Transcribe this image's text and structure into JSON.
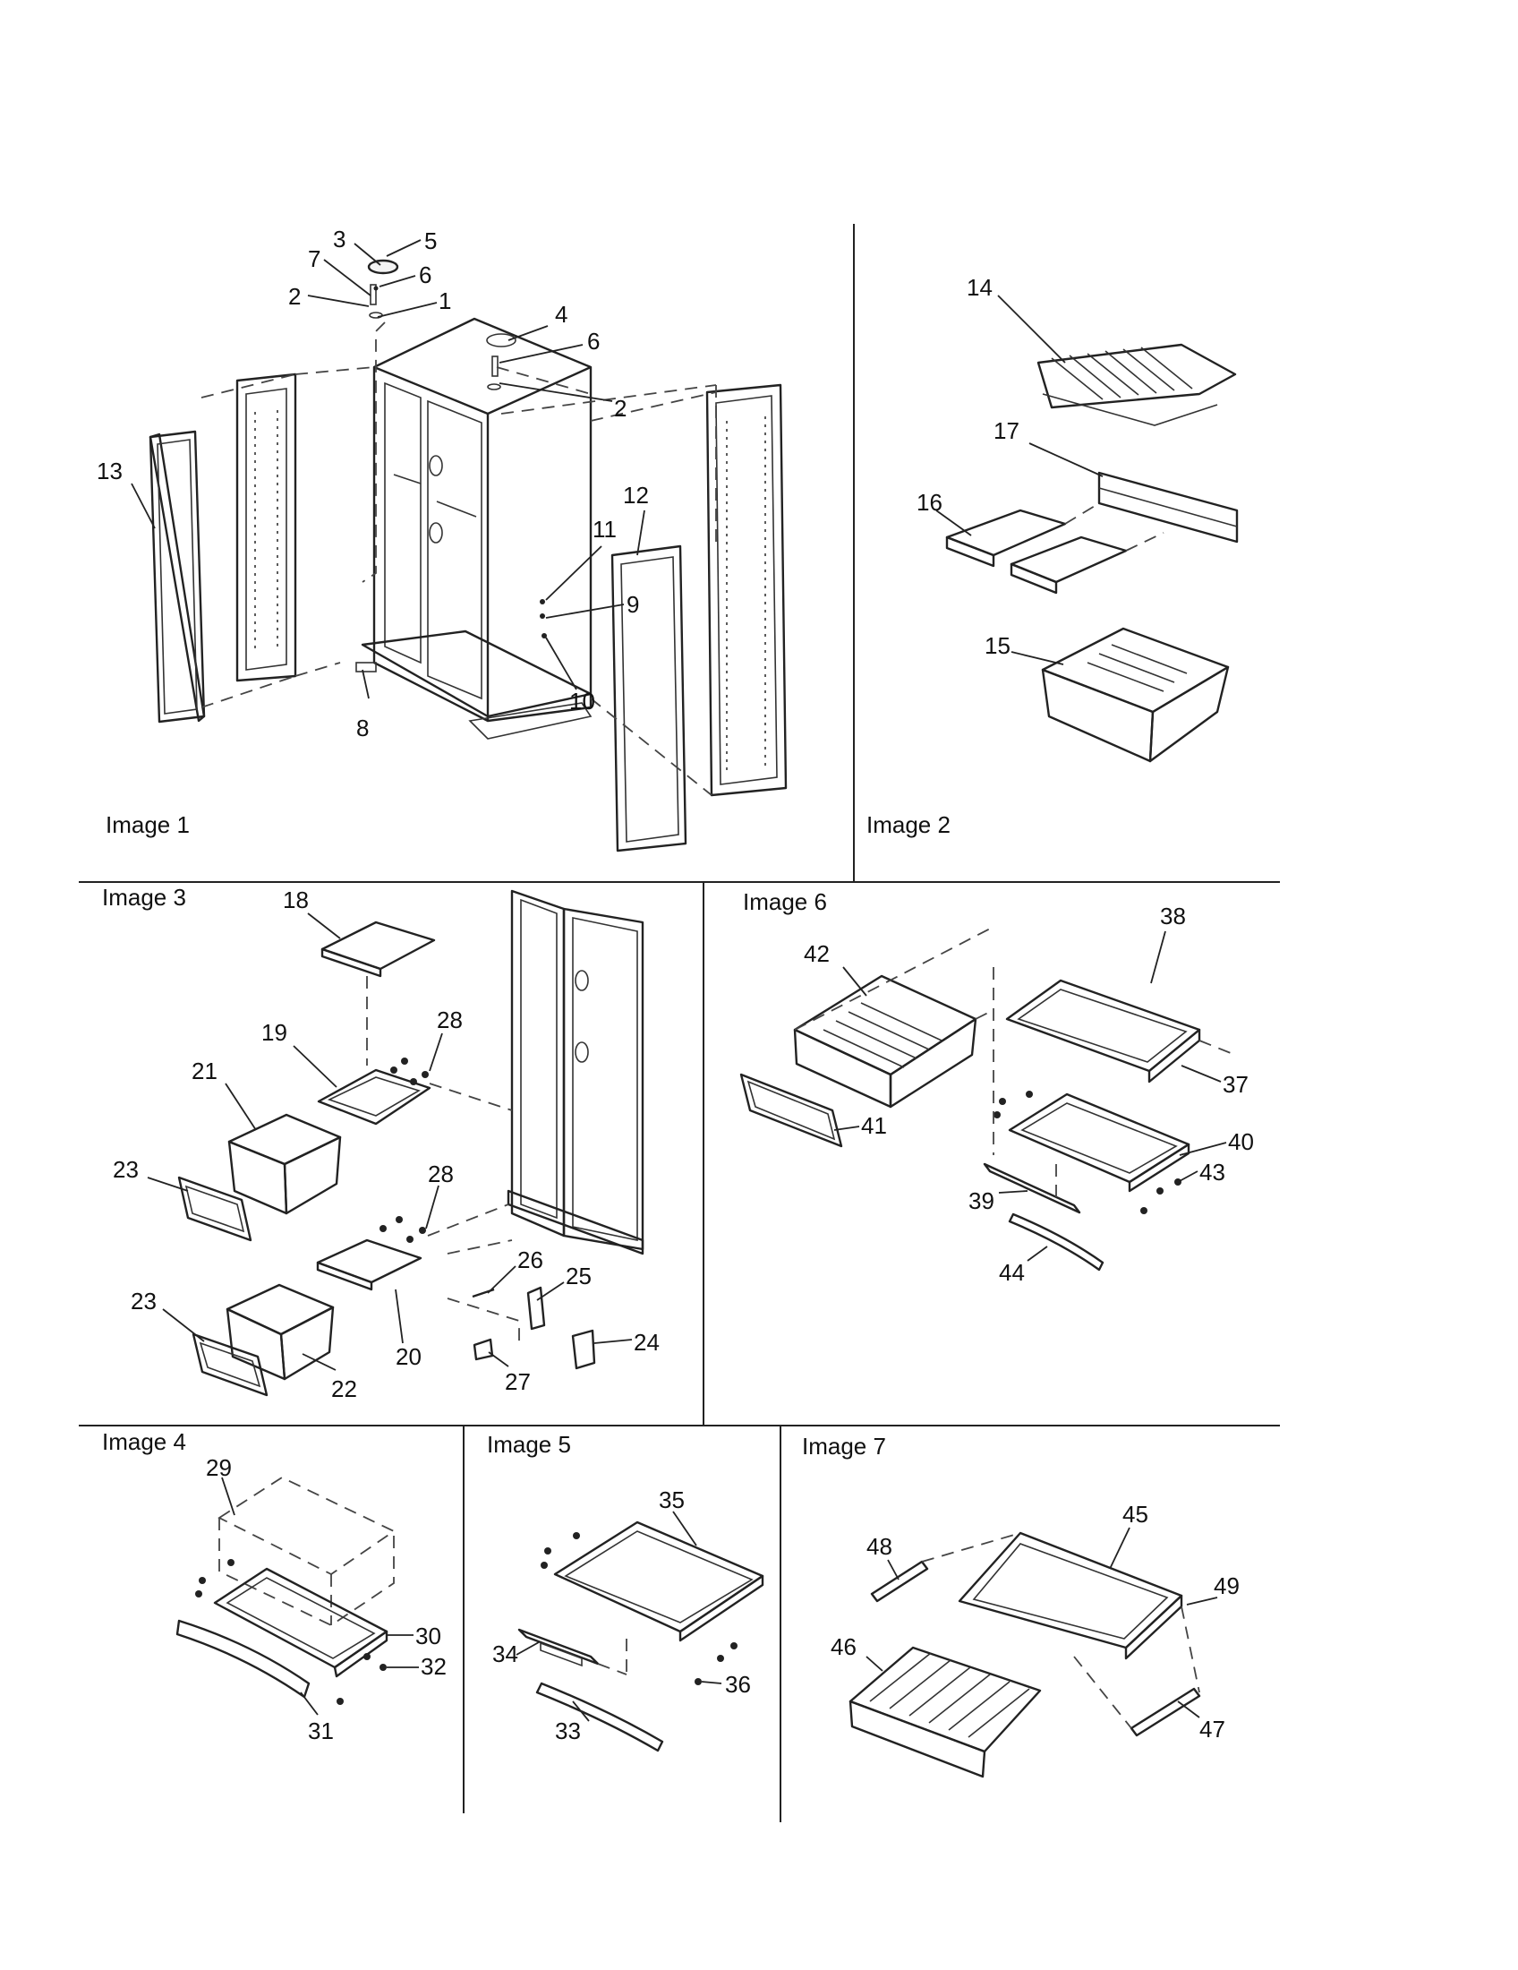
{
  "panels": [
    {
      "id": "image-1",
      "title": "Image 1"
    },
    {
      "id": "image-2",
      "title": "Image 2"
    },
    {
      "id": "image-3",
      "title": "Image 3"
    },
    {
      "id": "image-4",
      "title": "Image 4"
    },
    {
      "id": "image-5",
      "title": "Image 5"
    },
    {
      "id": "image-6",
      "title": "Image 6"
    },
    {
      "id": "image-7",
      "title": "Image 7"
    }
  ],
  "callouts": {
    "p1": [
      "1",
      "2",
      "2",
      "3",
      "4",
      "5",
      "6",
      "6",
      "7",
      "8",
      "9",
      "10",
      "11",
      "12",
      "13"
    ],
    "p2": [
      "14",
      "15",
      "16",
      "17"
    ],
    "p3": [
      "18",
      "19",
      "20",
      "21",
      "22",
      "23",
      "23",
      "24",
      "25",
      "26",
      "27",
      "28",
      "28"
    ],
    "p4": [
      "29",
      "30",
      "31",
      "32"
    ],
    "p5": [
      "33",
      "34",
      "35",
      "36"
    ],
    "p6": [
      "37",
      "38",
      "39",
      "40",
      "41",
      "42",
      "43",
      "44"
    ],
    "p7": [
      "45",
      "46",
      "47",
      "48",
      "49"
    ]
  }
}
